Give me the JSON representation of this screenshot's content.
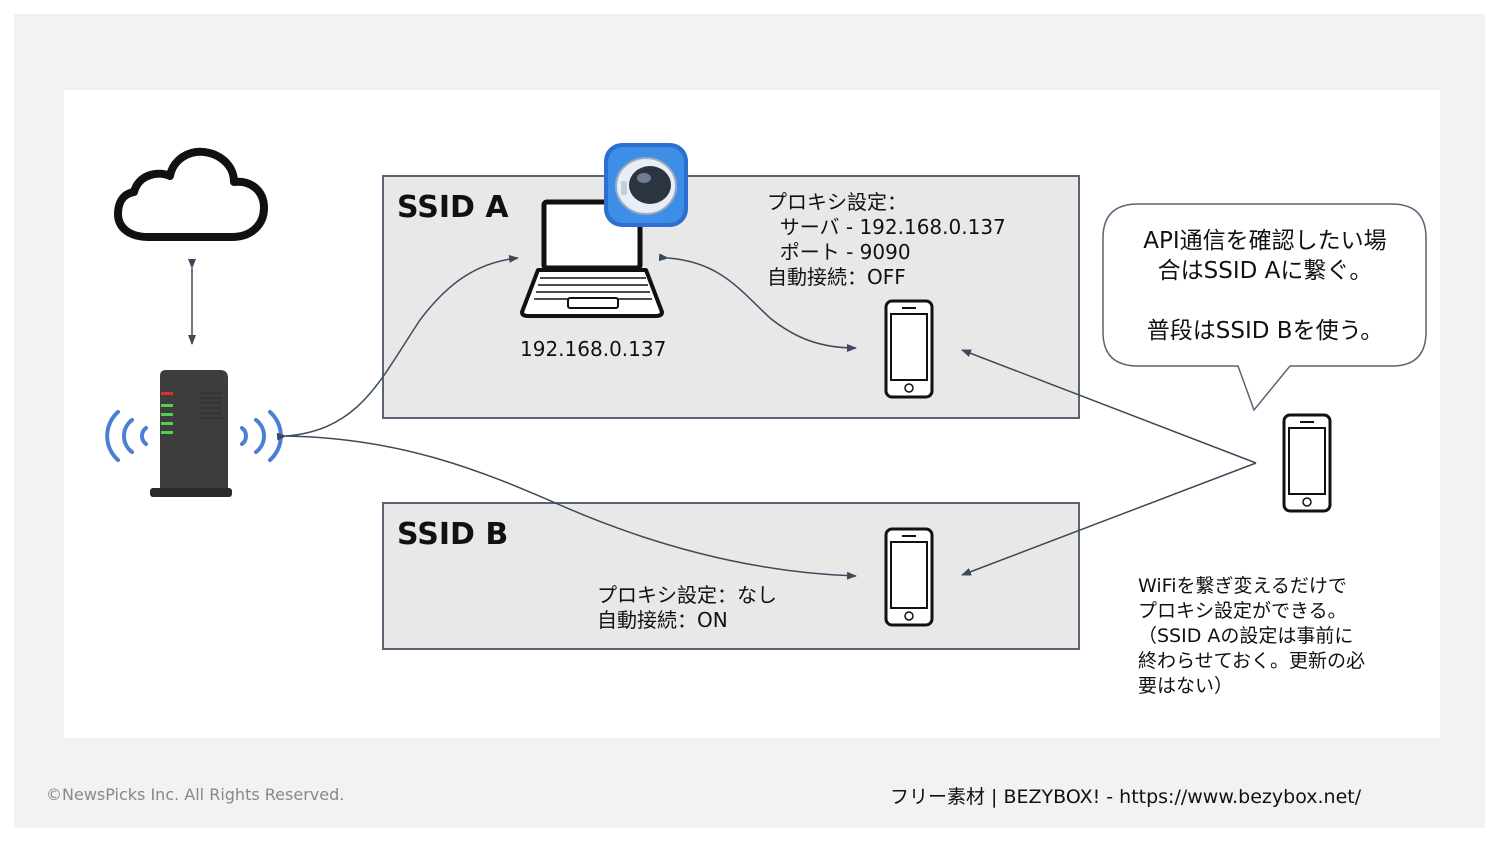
{
  "ssid_a": {
    "title": "SSID A",
    "laptop_ip": "192.168.0.137",
    "proxy_lines": [
      "プロキシ設定：",
      "  サーバ - 192.168.0.137",
      "  ポート - 9090",
      "自動接続：OFF"
    ]
  },
  "ssid_b": {
    "title": "SSID B",
    "proxy_lines": [
      "プロキシ設定：なし",
      "自動接続：ON"
    ]
  },
  "bubble": {
    "lines": [
      "API通信を確認したい場",
      "合はSSID Aに繋ぐ。",
      "",
      "普段はSSID Bを使う。"
    ]
  },
  "note": {
    "lines": [
      "WiFiを繋ぎ変えるだけで",
      "プロキシ設定ができる。",
      "（SSID Aの設定は事前に",
      "終わらせておく。更新の必",
      "要はない）"
    ]
  },
  "footer": {
    "copyright": "©NewsPicks Inc. All Rights Reserved.",
    "credit": "フリー素材 | BEZYBOX! - https://www.bezybox.net/"
  },
  "icons": {
    "cloud": "cloud-icon",
    "router": "wifi-router-icon",
    "laptop": "laptop-icon",
    "app": "astronaut-app-icon",
    "phone": "smartphone-icon"
  },
  "colors": {
    "arrow": "#3d4a5c",
    "wifi_waves": "#4a7fd4",
    "box_fill": "#e8e8e8",
    "box_border": "#5a6474"
  }
}
